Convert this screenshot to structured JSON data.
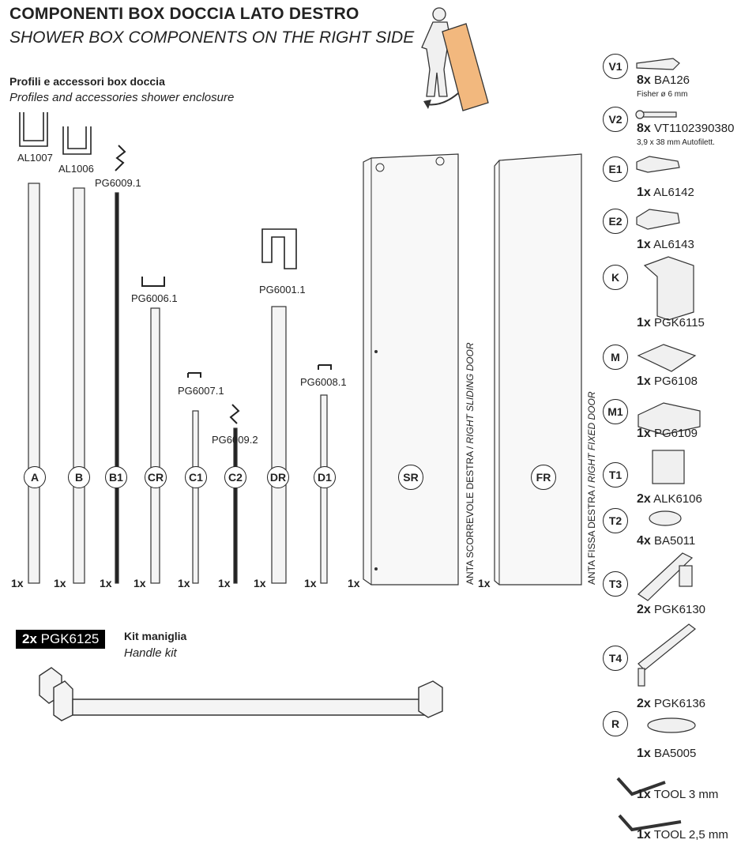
{
  "header": {
    "title_it": "COMPONENTI BOX DOCCIA LATO DESTRO",
    "title_en": "SHOWER BOX COMPONENTS ON THE RIGHT SIDE"
  },
  "profiles_section": {
    "title_it": "Profili e accessori box doccia",
    "title_en": "Profiles and accessories shower enclosure"
  },
  "profile_codes": {
    "al1007": "AL1007",
    "al1006": "AL1006",
    "pg6009_1": "PG6009.1",
    "pg6006_1": "PG6006.1",
    "pg6007_1": "PG6007.1",
    "pg6009_2": "PG6009.2",
    "pg6001_1": "PG6001.1",
    "pg6008_1": "PG6008.1"
  },
  "profiles": [
    {
      "letter": "A",
      "qty": "1x"
    },
    {
      "letter": "B",
      "qty": "1x"
    },
    {
      "letter": "B1",
      "qty": "1x"
    },
    {
      "letter": "CR",
      "qty": "1x"
    },
    {
      "letter": "C1",
      "qty": "1x"
    },
    {
      "letter": "C2",
      "qty": "1x"
    },
    {
      "letter": "DR",
      "qty": "1x"
    },
    {
      "letter": "D1",
      "qty": "1x"
    }
  ],
  "doors": {
    "sr": {
      "letter": "SR",
      "qty": "1x",
      "label_it": "ANTA SCORREVOLE DESTRA / ",
      "label_en": "RIGHT SLIDING DOOR"
    },
    "fr": {
      "letter": "FR",
      "qty": "1x",
      "label_it": "ANTA FISSA DESTRA / ",
      "label_en": "RIGHT FIXED DOOR"
    }
  },
  "handle_kit": {
    "qty": "2x",
    "code": "PGK6125",
    "label_it": "Kit maniglia",
    "label_en": "Handle kit"
  },
  "accessories": [
    {
      "id": "V1",
      "qty": "8x",
      "code": "BA126",
      "sub": "Fisher ø 6 mm"
    },
    {
      "id": "V2",
      "qty": "8x",
      "code": "VT1102390380",
      "sub": "3,9 x 38 mm Autofilett."
    },
    {
      "id": "E1",
      "qty": "1x",
      "code": "AL6142"
    },
    {
      "id": "E2",
      "qty": "1x",
      "code": "AL6143"
    },
    {
      "id": "K",
      "qty": "1x",
      "code": "PGK6115"
    },
    {
      "id": "M",
      "qty": "1x",
      "code": "PG6108"
    },
    {
      "id": "M1",
      "qty": "1x",
      "code": "PG6109"
    },
    {
      "id": "T1",
      "qty": "2x",
      "code": "ALK6106"
    },
    {
      "id": "T2",
      "qty": "4x",
      "code": "BA5011"
    },
    {
      "id": "T3",
      "qty": "2x",
      "code": "PGK6130"
    },
    {
      "id": "T4",
      "qty": "2x",
      "code": "PGK6136"
    },
    {
      "id": "R",
      "qty": "1x",
      "code": "BA5005"
    }
  ],
  "tools": [
    {
      "qty": "1x",
      "code": "TOOL 3 mm"
    },
    {
      "qty": "1x",
      "code": "TOOL 2,5 mm"
    }
  ]
}
